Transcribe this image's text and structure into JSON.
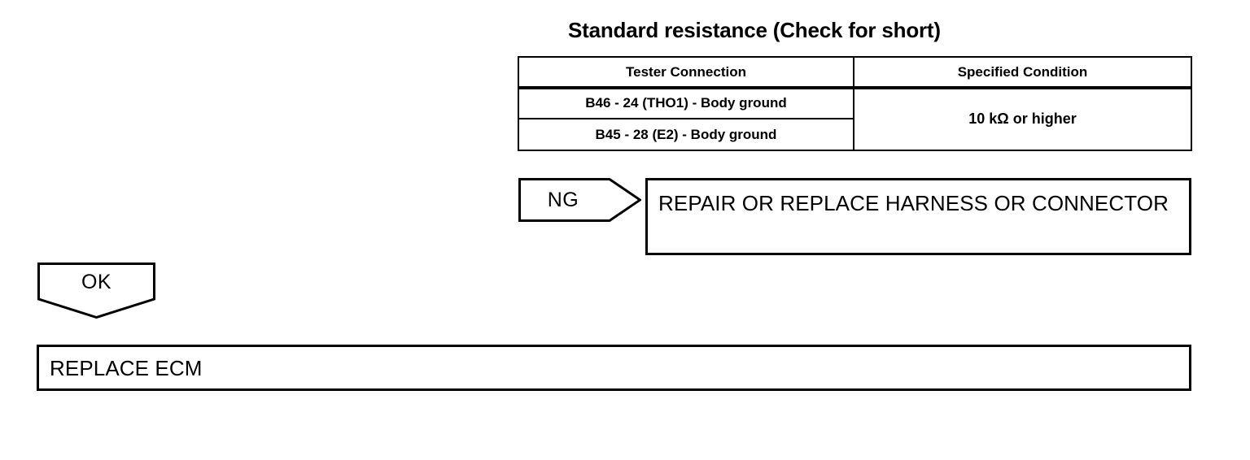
{
  "resistance_check": {
    "title": "Standard resistance (Check for short)",
    "table": {
      "headers": [
        "Tester Connection",
        "Specified Condition"
      ],
      "rows": [
        {
          "tester_connection": "B46 - 24 (THO1) - Body ground"
        },
        {
          "tester_connection": "B45 - 28 (E2) - Body ground"
        }
      ],
      "specified_condition": "10 kΩ or higher"
    }
  },
  "flow": {
    "ng_flag": {
      "label": "NG"
    },
    "ok_flag": {
      "label": "OK"
    },
    "repair_action": {
      "text": "REPAIR OR REPLACE HARNESS OR CONNECTOR"
    },
    "replace_action": {
      "text": "REPLACE ECM"
    }
  },
  "colors": {
    "ink": "#000000",
    "paper": "#ffffff"
  }
}
